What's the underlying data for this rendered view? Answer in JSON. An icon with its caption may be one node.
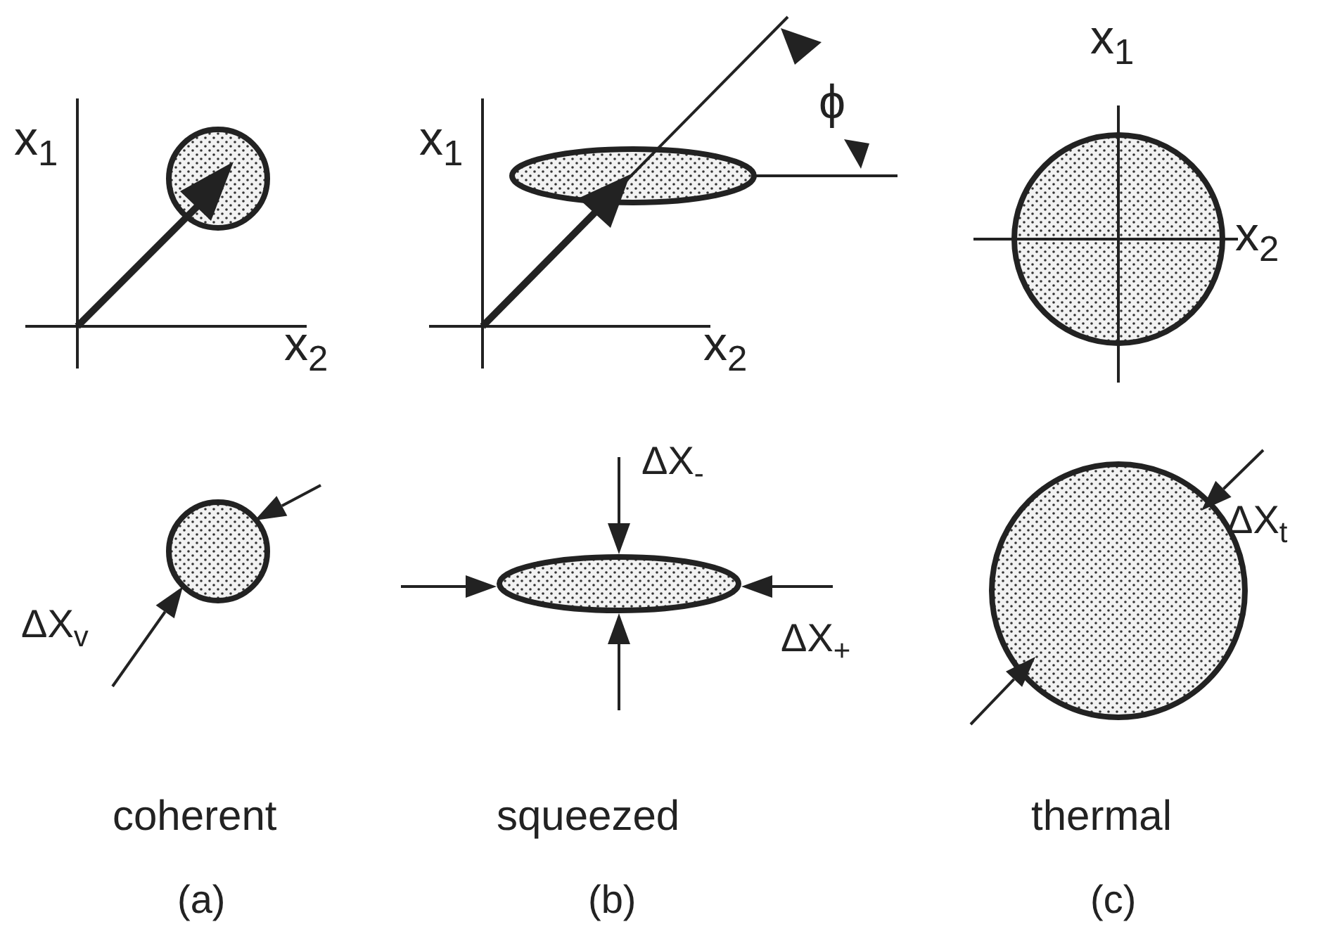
{
  "diagram": {
    "nodes": [
      {
        "text": [],
        "shape": "circle"
      },
      {
        "text": [],
        "shape": "ellipse"
      },
      {
        "text": [],
        "shape": "circle"
      },
      {
        "text": [],
        "shape": "circle"
      },
      {
        "text": [],
        "shape": "ellipse"
      },
      {
        "text": [],
        "shape": "circle"
      }
    ],
    "labels": [
      "x$_{1}$",
      "x$_{1}$",
      "x$_{1}$",
      "ϕ",
      "x$_{2}$",
      "x$_{2}$",
      "x$_{2}$",
      "ΔX$_{-}$",
      "ΔX$_{t}$",
      "ΔX$_{v}$",
      "ΔX$_{+}$",
      "coherent",
      "squeezed",
      "thermal",
      "(a)",
      "(b)",
      "(c)"
    ]
  }
}
